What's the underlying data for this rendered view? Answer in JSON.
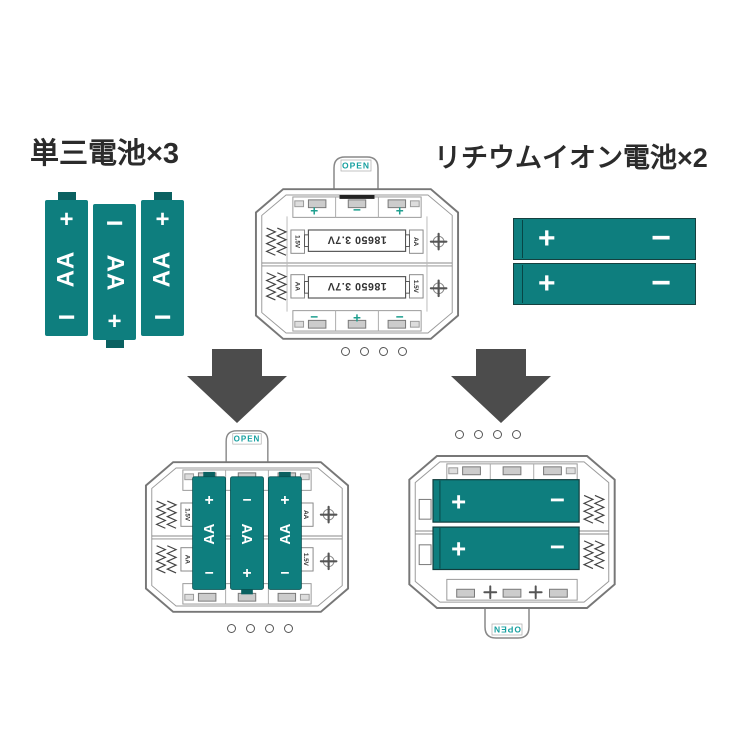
{
  "titles": {
    "left": "単三電池×3",
    "right": "リチウムイオン電池×2"
  },
  "battery_labels": {
    "plus": "+",
    "minus": "−",
    "aa": "AA"
  },
  "holder_labels": {
    "open": "OPEN",
    "cell_size": "18650 3.7V",
    "aa_size": "AA",
    "aa_voltage": "1.5V"
  },
  "colors": {
    "battery": "#0e7e7e",
    "battery-dark": "#0a6161",
    "mark": "#1f9f8f",
    "open": "#16a0a0",
    "arrow": "#4c4c4c",
    "text": "#2b2b2b"
  }
}
